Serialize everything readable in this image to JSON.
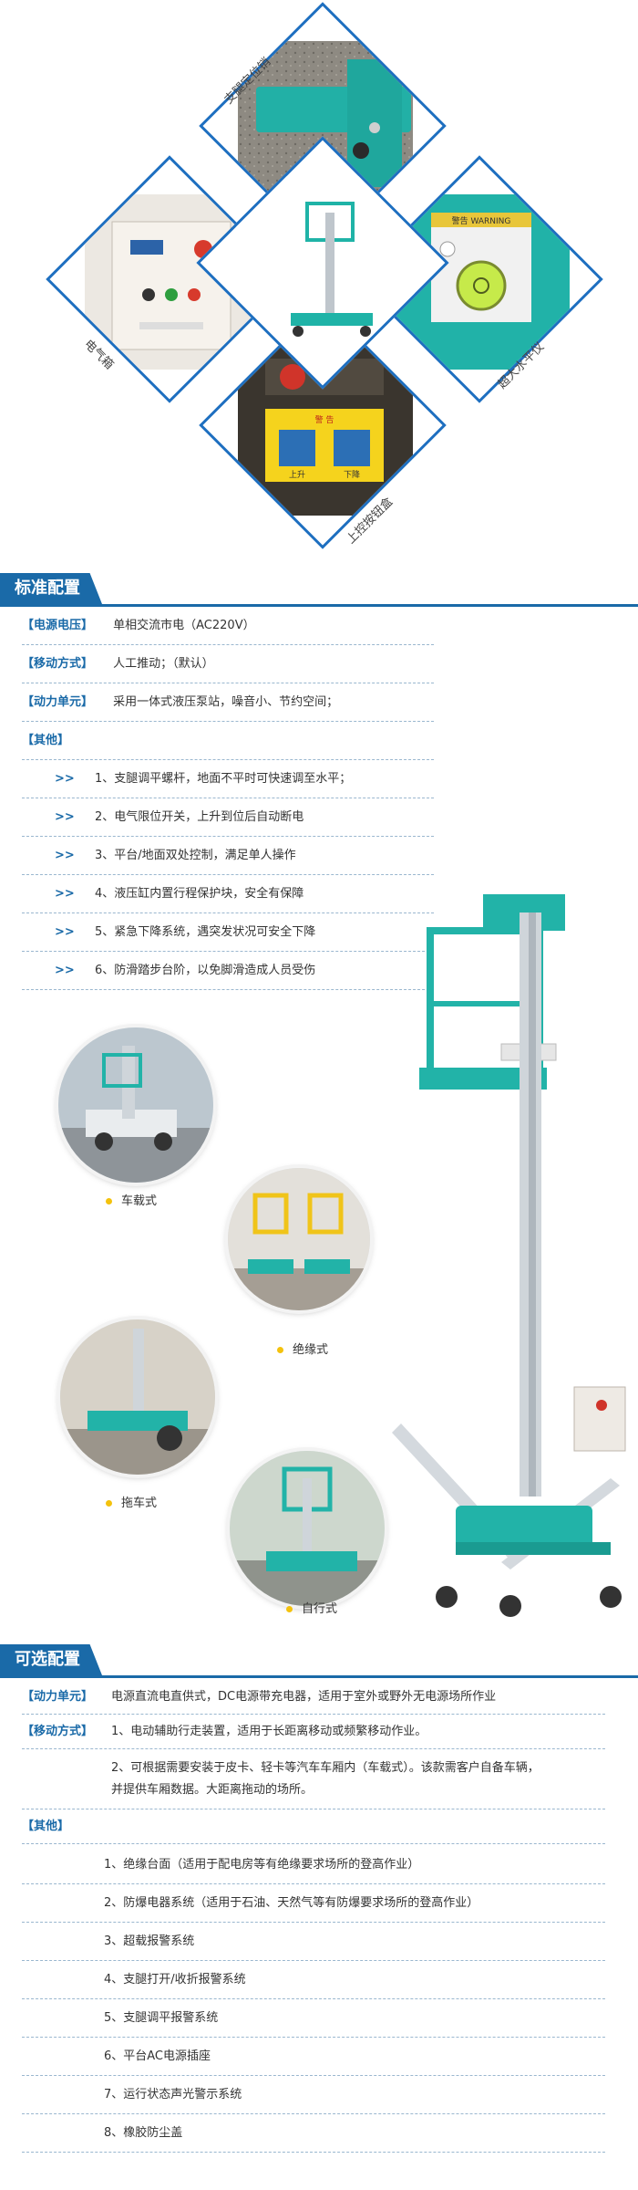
{
  "features": {
    "f1": "支腿定位销",
    "f2": "电气箱",
    "f3": "超大水平仪",
    "f4": "上控按钮盒",
    "warning_sign": "警告 WARNING",
    "ctrl_sign": "警 告",
    "up_label": "上升",
    "down_label": "下降"
  },
  "standard": {
    "title": "标准配置",
    "rows": [
      {
        "tag": "【电源电压】",
        "value": "单相交流市电（AC220V）"
      },
      {
        "tag": "【移动方式】",
        "value": "人工推动；（默认）"
      },
      {
        "tag": "【动力单元】",
        "value": "采用一体式液压泵站，噪音小、节约空间；"
      }
    ],
    "others_tag": "【其他】",
    "arrow": ">>",
    "others": [
      "1、支腿调平螺杆，地面不平时可快速调至水平；",
      "2、电气限位开关，上升到位后自动断电",
      "3、平台/地面双处控制，满足单人操作",
      "4、液压缸内置行程保护块，安全有保障",
      "5、紧急下降系统，遇突发状况可安全下降",
      "6、防滑踏步台阶，以免脚滑造成人员受伤"
    ]
  },
  "variants": {
    "v1": "车载式",
    "v2": "绝缘式",
    "v3": "拖车式",
    "v4": "自行式"
  },
  "optional": {
    "title": "可选配置",
    "rows": [
      {
        "tag": "【动力单元】",
        "value": "电源直流电直供式，DC电源带充电器，适用于室外或野外无电源场所作业"
      },
      {
        "tag": "【移动方式】",
        "value": "1、电动辅助行走装置，适用于长距离移动或频繁移动作业。"
      }
    ],
    "move2_line1": "2、可根据需要安装于皮卡、轻卡等汽车车厢内（车载式）。该款需客户自备车辆，",
    "move2_line2": "并提供车厢数据。大距离拖动的场所。",
    "others_tag": "【其他】",
    "others": [
      "1、绝缘台面（适用于配电房等有绝缘要求场所的登高作业）",
      "2、防爆电器系统（适用于石油、天然气等有防爆要求场所的登高作业）",
      "3、超载报警系统",
      "4、支腿打开/收折报警系统",
      "5、支腿调平报警系统",
      "6、平台AC电源插座",
      "7、运行状态声光警示系统",
      "8、橡胶防尘盖"
    ]
  },
  "colors": {
    "accent": "#1a6aa8",
    "teal": "#1fb3a7",
    "dot": "#f4c20d"
  }
}
